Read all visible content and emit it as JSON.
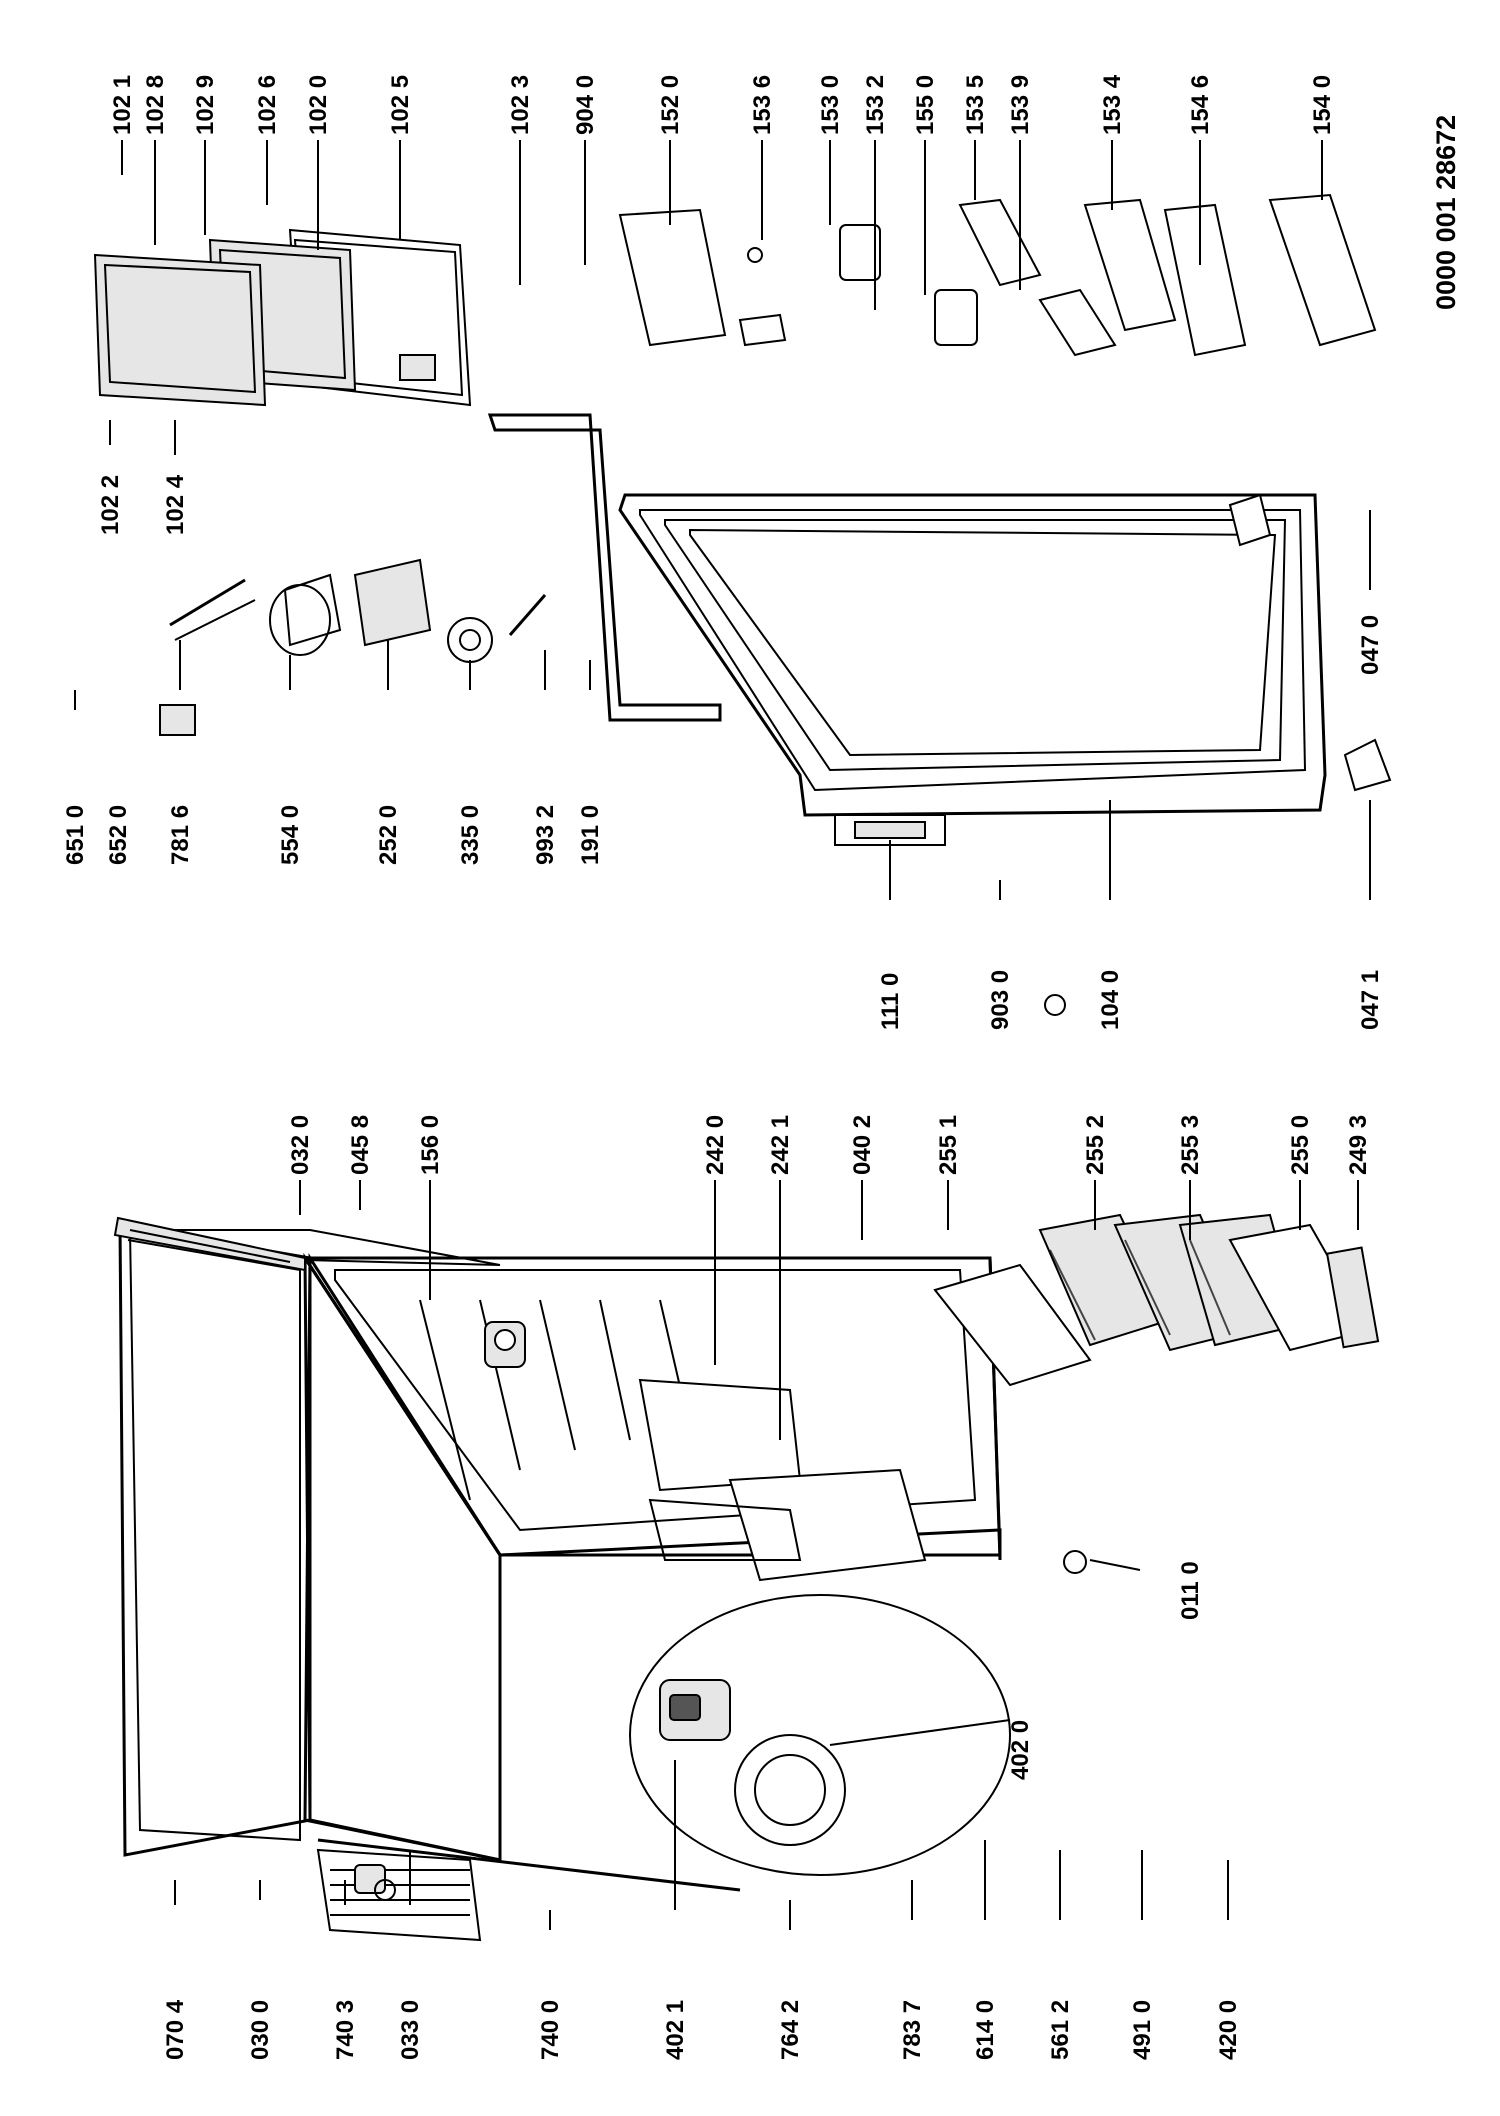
{
  "document_number": "0000 001 28672",
  "cabinet_labels": [
    "070 4",
    "030 0",
    "740 3",
    "033 0",
    "740 0",
    "402 1",
    "764 2",
    "783 7",
    "614 0",
    "561 2",
    "491 0",
    "420 0"
  ],
  "top_right_labels": [
    "032 0",
    "045 8",
    "156 0",
    "242 0",
    "242 1",
    "040 2",
    "255 1",
    "255 2",
    "255 3",
    "255 0",
    "249 3"
  ],
  "misc_labels": [
    "402 0",
    "011 0"
  ],
  "door_left_labels": [
    "651 0",
    "652 0",
    "781 6",
    "554 0",
    "252 0",
    "335 0",
    "993 2",
    "191 0"
  ],
  "door_bottom_labels": [
    "111 0",
    "903 0",
    "104 0",
    "047 1",
    "047 0"
  ],
  "door_top_labels": [
    "102 1",
    "102 8",
    "102 9",
    "102 6",
    "102 0",
    "102 5",
    "102 3",
    "904 0",
    "152 0",
    "153 6",
    "153 0",
    "153 2",
    "155 0",
    "153 5",
    "153 9",
    "153 4",
    "154 6",
    "154 0"
  ],
  "handle_labels": [
    "102 2",
    "102 4"
  ]
}
